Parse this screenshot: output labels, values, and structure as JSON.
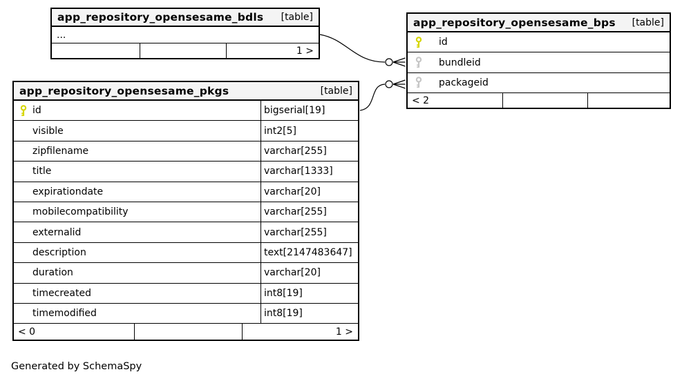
{
  "page": {
    "generator_note": "Generated by SchemaSpy"
  },
  "colors": {
    "background": "#ffffff",
    "table_border": "#000000",
    "table_header_bg": "#f4f4f4",
    "primary_key_icon": "#d6d600",
    "foreign_key_icon": "#c6c6c6",
    "connector_line": "#000000"
  },
  "tables": {
    "bdls": {
      "title": "app_repository_opensesame_bdls",
      "type_badge": "[table]",
      "collapsed_row": "...",
      "footer": {
        "left": "",
        "middle": "",
        "right": "1 >"
      }
    },
    "bps": {
      "title": "app_repository_opensesame_bps",
      "type_badge": "[table]",
      "columns": [
        {
          "name": "id",
          "key": "primary-key"
        },
        {
          "name": "bundleid",
          "key": "foreign-key"
        },
        {
          "name": "packageid",
          "key": "foreign-key"
        }
      ],
      "footer": {
        "left": "< 2",
        "middle": "",
        "right": ""
      }
    },
    "pkgs": {
      "title": "app_repository_opensesame_pkgs",
      "type_badge": "[table]",
      "columns": [
        {
          "name": "id",
          "type": "bigserial[19]",
          "key": "primary-key"
        },
        {
          "name": "visible",
          "type": "int2[5]",
          "key": "none"
        },
        {
          "name": "zipfilename",
          "type": "varchar[255]",
          "key": "none"
        },
        {
          "name": "title",
          "type": "varchar[1333]",
          "key": "none"
        },
        {
          "name": "expirationdate",
          "type": "varchar[20]",
          "key": "none"
        },
        {
          "name": "mobilecompatibility",
          "type": "varchar[255]",
          "key": "none"
        },
        {
          "name": "externalid",
          "type": "varchar[255]",
          "key": "none"
        },
        {
          "name": "description",
          "type": "text[2147483647]",
          "key": "none"
        },
        {
          "name": "duration",
          "type": "varchar[20]",
          "key": "none"
        },
        {
          "name": "timecreated",
          "type": "int8[19]",
          "key": "none"
        },
        {
          "name": "timemodified",
          "type": "int8[19]",
          "key": "none"
        }
      ],
      "footer": {
        "left": "< 0",
        "middle": "",
        "right": "1 >"
      }
    }
  },
  "relationships": [
    {
      "from": "app_repository_opensesame_bdls",
      "to": "app_repository_opensesame_bps.bundleid",
      "cardinality": "zero-or-many"
    },
    {
      "from": "app_repository_opensesame_pkgs.id",
      "to": "app_repository_opensesame_bps.packageid",
      "cardinality": "zero-or-many"
    }
  ]
}
